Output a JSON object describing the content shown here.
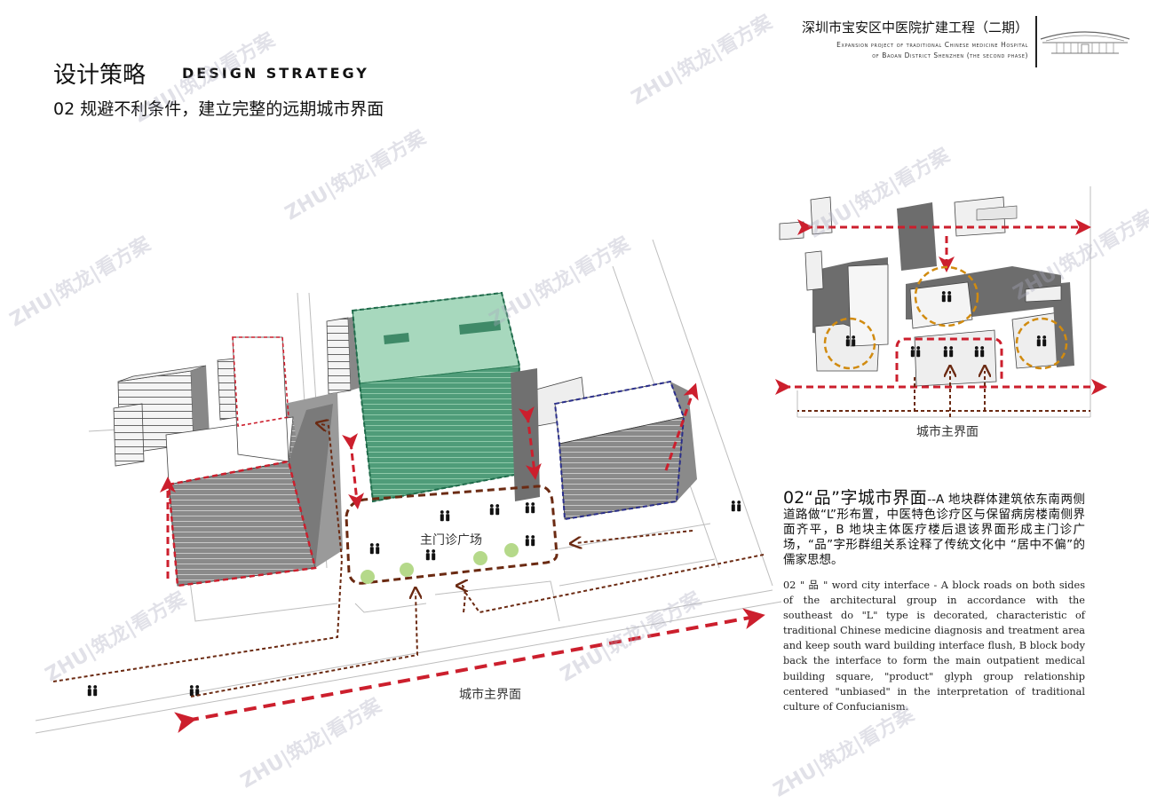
{
  "header": {
    "title_cn": "设计策略",
    "title_en": "DESIGN STRATEGY",
    "subtitle": "02 规避不利条件，建立完整的远期城市界面"
  },
  "project": {
    "name_cn": "深圳市宝安区中医院扩建工程（二期）",
    "name_en_line1": "Expansion project of traditional Chinese medicine Hospital",
    "name_en_line2": "of Baoan District Shenzhen (the second phase)"
  },
  "diagram": {
    "plaza_label": "主门诊广场",
    "city_interface_label": "城市主界面",
    "inset_city_interface_label": "城市主界面"
  },
  "description": {
    "heading": "02“品”字城市界面",
    "body_cn": "--A 地块群体建筑依东南两侧道路做“L”形布置，中医特色诊疗区与保留病房楼南侧界面齐平，B 地块主体医疗楼后退该界面形成主门诊广场，“品”字形群组关系诠释了传统文化中 “居中不偏”的儒家思想。",
    "body_en": "02 \" 品 \" word city interface - A block roads on both sides of the architectural group in accordance with the southeast do \"L\" type is decorated, characteristic of traditional Chinese medicine diagnosis and treatment area and keep south ward building interface flush, B block body back the interface to form the main outpatient medical building square, \"product\" glyph group relationship centered \"unbiased\" in the interpretation of traditional culture of Confucianism."
  },
  "watermarks": [
    "ZHU|筑龙|看方案"
  ],
  "colors": {
    "red_arrow": "#cc1f2d",
    "brown_path": "#6b2a12",
    "green_tower": "#8cc8a6",
    "blue_outline": "#2a2e8a",
    "orange_circle": "#d18b10",
    "tree": "#b5d98a"
  }
}
